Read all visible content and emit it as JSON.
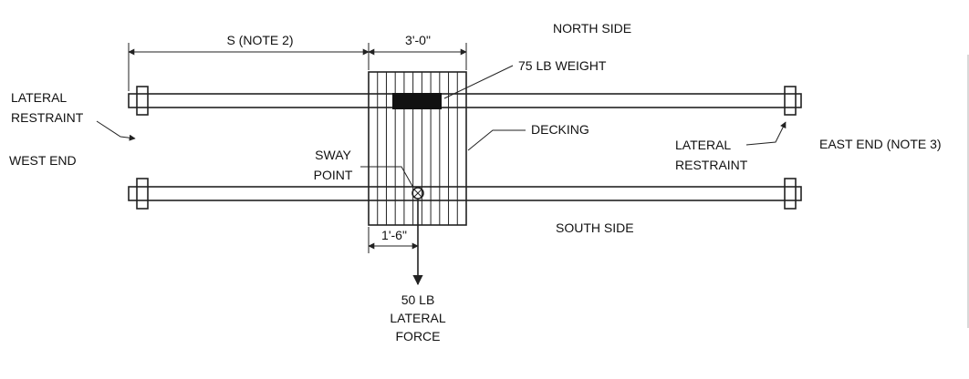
{
  "labels": {
    "north_side": "NORTH SIDE",
    "south_side": "SOUTH SIDE",
    "west_end": "WEST END",
    "east_end": "EAST END (NOTE 3)",
    "span": "S (NOTE 2)",
    "deck_width": "3'-0\"",
    "sway_offset": "1'-6\"",
    "weight": "75 LB WEIGHT",
    "decking": "DECKING",
    "lateral_restraint_left": [
      "LATERAL",
      "RESTRAINT"
    ],
    "lateral_restraint_right": [
      "LATERAL",
      "RESTRAINT"
    ],
    "sway_point": [
      "SWAY",
      "POINT"
    ],
    "lateral_force": [
      "50 LB",
      "LATERAL",
      "FORCE"
    ]
  },
  "colors": {
    "line": "#222222",
    "weight_fill": "#111111",
    "background": "#ffffff"
  }
}
